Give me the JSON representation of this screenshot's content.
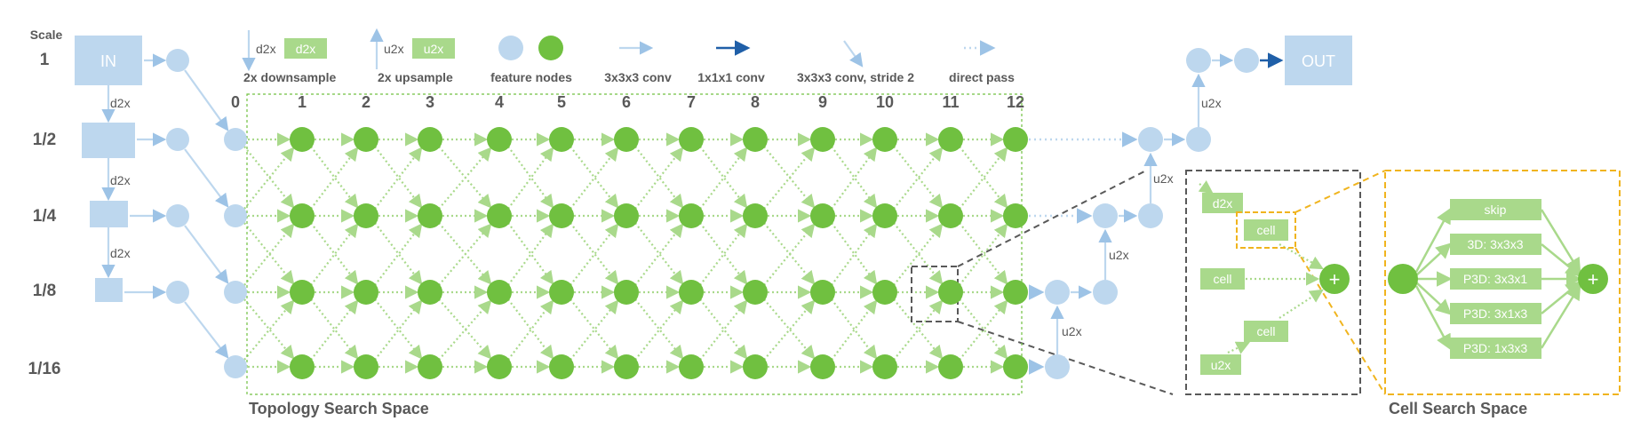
{
  "scale": {
    "title": "Scale",
    "labels": [
      "1",
      "1/2",
      "1/4",
      "1/8",
      "1/16"
    ]
  },
  "blocks": {
    "in": "IN",
    "out": "OUT"
  },
  "ops": {
    "d2x": "d2x",
    "u2x": "u2x",
    "cell": "cell",
    "plus": "+"
  },
  "legend": {
    "downsample": "2x downsample",
    "upsample": "2x upsample",
    "feature_nodes": "feature nodes",
    "conv3": "3x3x3 conv",
    "conv1": "1x1x1 conv",
    "conv3_stride": "3x3x3 conv, stride 2",
    "direct": "direct pass"
  },
  "columns": [
    "0",
    "1",
    "2",
    "3",
    "4",
    "5",
    "6",
    "7",
    "8",
    "9",
    "10",
    "11",
    "12"
  ],
  "topology_label": "Topology Search Space",
  "cell_label": "Cell Search Space",
  "cell_ops": [
    "skip",
    "3D: 3x3x3",
    "P3D: 3x3x1",
    "P3D: 3x1x3",
    "P3D: 1x3x3"
  ],
  "colors": {
    "blue": "#bdd7ee",
    "green": "#70c040",
    "green_light": "#a9d98b",
    "dark_blue": "#1f5fa8",
    "gray": "#555555",
    "yellow": "#f0b41e",
    "label": "#595959"
  }
}
